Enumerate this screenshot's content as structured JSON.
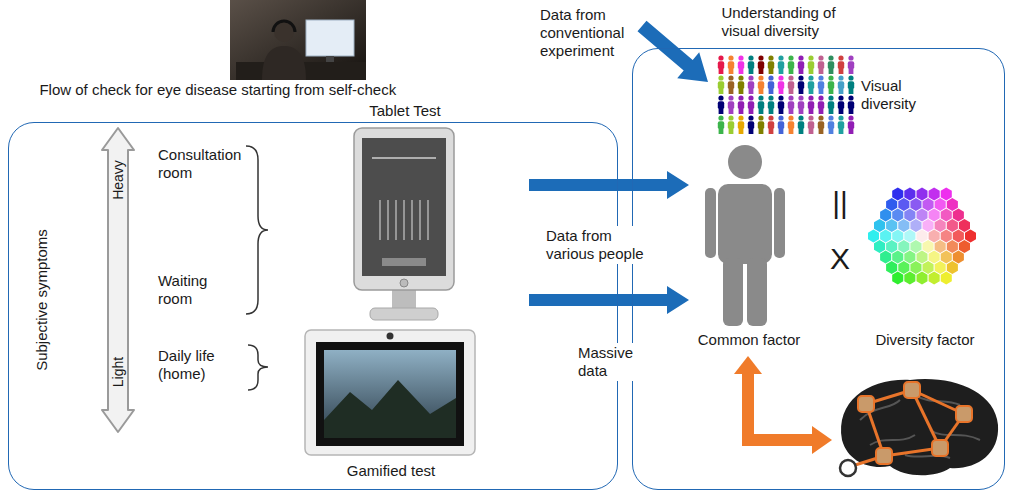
{
  "diagram": {
    "nodes": [
      {
        "text": [
          "Flow of check for eye disease starting from self-check"
        ]
      },
      {
        "text": [
          "Tablet Test"
        ],
        "in": 0
      },
      {
        "text": [
          "Gamified test"
        ],
        "in": 0
      },
      {
        "text": [
          "Understanding of visual diversity"
        ]
      },
      {
        "text": [
          "Visual diversity"
        ],
        "in": 3
      },
      {
        "text": [
          "Common factor"
        ],
        "in": 3
      },
      {
        "text": [
          "Diversity factor"
        ],
        "in": 3
      }
    ],
    "edges": [
      {
        "from": 1,
        "to": 5,
        "arrow": "to",
        "label": "Data from various people"
      },
      {
        "from": 2,
        "to": 5,
        "arrow": "to",
        "label": "Massive data"
      }
    ],
    "labels": [
      "Data from conventional experiment",
      "Subjective symptoms",
      "Heavy",
      "Light",
      "Consultation room",
      "Waiting room",
      "Daily life (home)",
      "||",
      "X"
    ]
  }
}
